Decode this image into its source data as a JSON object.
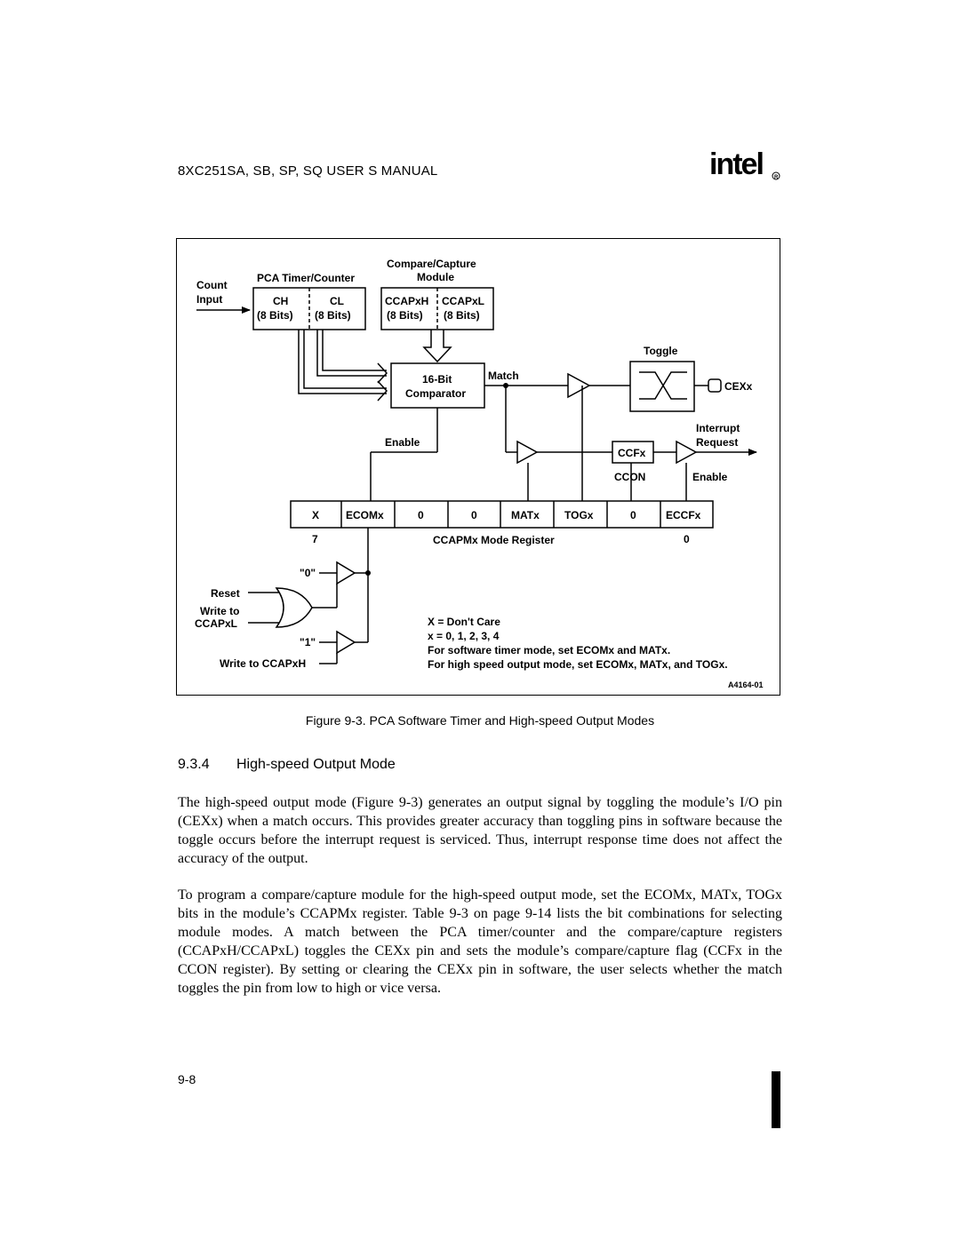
{
  "header": {
    "title": "8XC251SA, SB, SP, SQ USER S MANUAL",
    "logo_text": "intel"
  },
  "figure": {
    "labels": {
      "count": "Count",
      "input": "Input",
      "pca_timer_counter": "PCA Timer/Counter",
      "compare_capture": "Compare/Capture",
      "module": "Module",
      "ch": "CH",
      "cl": "CL",
      "ch_bits": "(8 Bits)",
      "cl_bits": "(8 Bits)",
      "ccapxh": "CCAPxH",
      "ccapxl": "CCAPxL",
      "ccapxh_bits": "(8 Bits)",
      "ccapxl_bits": "(8 Bits)",
      "comparator_line1": "16-Bit",
      "comparator_line2": "Comparator",
      "match": "Match",
      "toggle": "Toggle",
      "cex": "CEXx",
      "interrupt": "Interrupt",
      "request": "Request",
      "ccf": "CCFx",
      "ccon": "CCON",
      "enable_right": "Enable",
      "enable_left": "Enable",
      "bit7": "7",
      "bit0": "0",
      "register_name": "CCAPMx Mode Register",
      "zero_input": "\"0\"",
      "one_input": "\"1\"",
      "reset": "Reset",
      "write_to": "Write to",
      "ccapxl_write": "CCAPxL",
      "write_ccapxh": "Write to CCAPxH",
      "legend_dont_care": "X = Don't Care",
      "legend_x_values": "x = 0, 1, 2, 3, 4",
      "legend_sw_timer": "For software timer mode, set ECOMx and MATx.",
      "legend_hs_output": "For high speed output mode, set ECOMx, MATx, and TOGx.",
      "figure_id": "A4164-01"
    },
    "register_bits": [
      "X",
      "ECOMx",
      "0",
      "0",
      "MATx",
      "TOGx",
      "0",
      "ECCFx"
    ]
  },
  "caption": "Figure 9-3. PCA Software Timer and High-speed Output Modes",
  "section": {
    "number": "9.3.4",
    "title": "High-speed Output Mode"
  },
  "paragraphs": [
    "The high-speed output mode (Figure 9-3) generates an output signal by toggling the module’s I/O pin (CEXx) when a match occurs. This provides greater accuracy than toggling pins in software because the toggle occurs before the interrupt request is serviced. Thus, interrupt response time does not affect the accuracy of the output.",
    "To program a compare/capture module for the high-speed output mode, set the ECOMx, MATx, TOGx bits in the module’s CCAPMx register. Table 9-3 on page 9-14 lists the bit combinations for selecting module modes. A match between the PCA timer/counter and the compare/capture registers (CCAPxH/CCAPxL) toggles the CEXx pin and sets the module’s compare/capture flag (CCFx in the CCON register). By setting or clearing the CEXx pin in software, the user selects whether the match toggles the pin from low to high or vice versa."
  ],
  "page_number": "9-8"
}
